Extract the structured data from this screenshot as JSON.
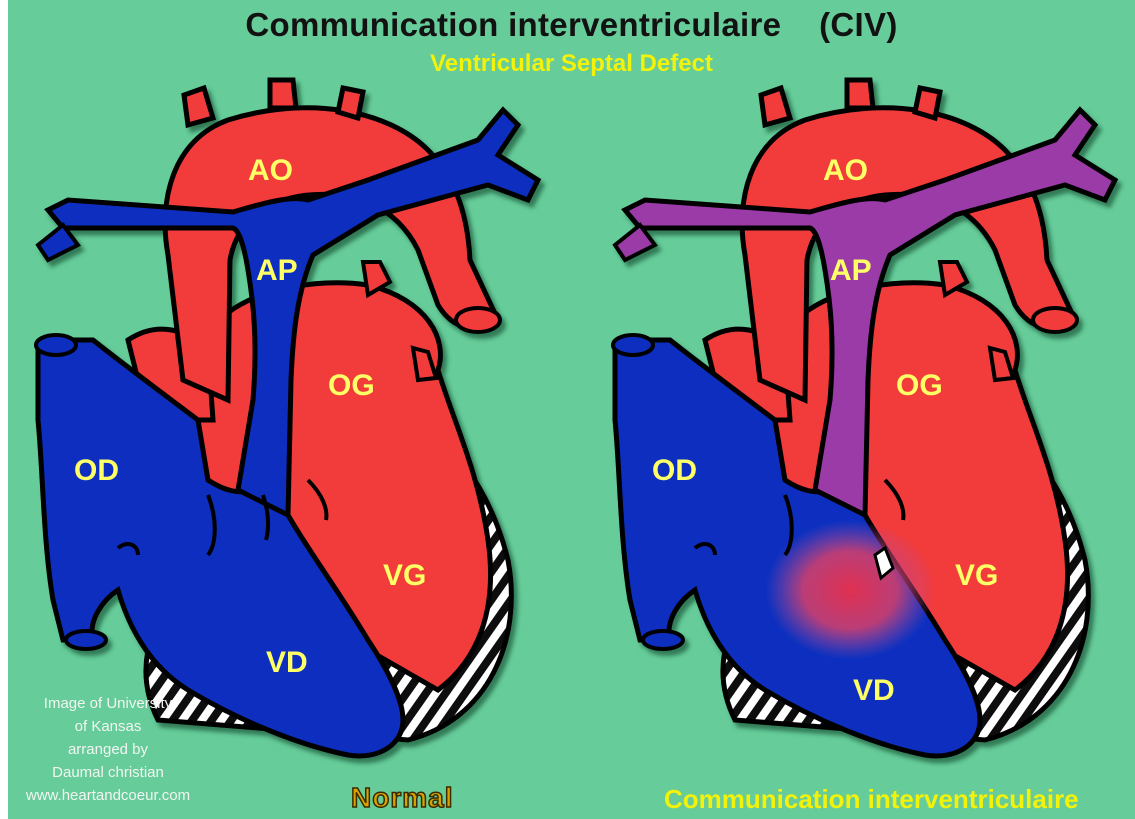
{
  "title": "Communication interventriculaire    (CIV)",
  "subtitle": "Ventricular Septal Defect",
  "labels": {
    "ao": "AO",
    "ap": "AP",
    "og": "OG",
    "od": "OD",
    "vg": "VG",
    "vd": "VD"
  },
  "credit": {
    "line1": "Image of University",
    "line2": "of Kansas",
    "line3": "arranged by",
    "line4": "Daumal christian",
    "line5": "www.heartandcoeur.com"
  },
  "captions": {
    "normal": "Normal",
    "defect": "Communication interventriculaire"
  },
  "colors": {
    "background": "#66cc99",
    "arterial": "#f23b3b",
    "venous": "#0a2fbf",
    "mixed": "#9b3aa8",
    "label": "#ffff66",
    "title": "#121212",
    "subtitle": "#f2f20a"
  }
}
